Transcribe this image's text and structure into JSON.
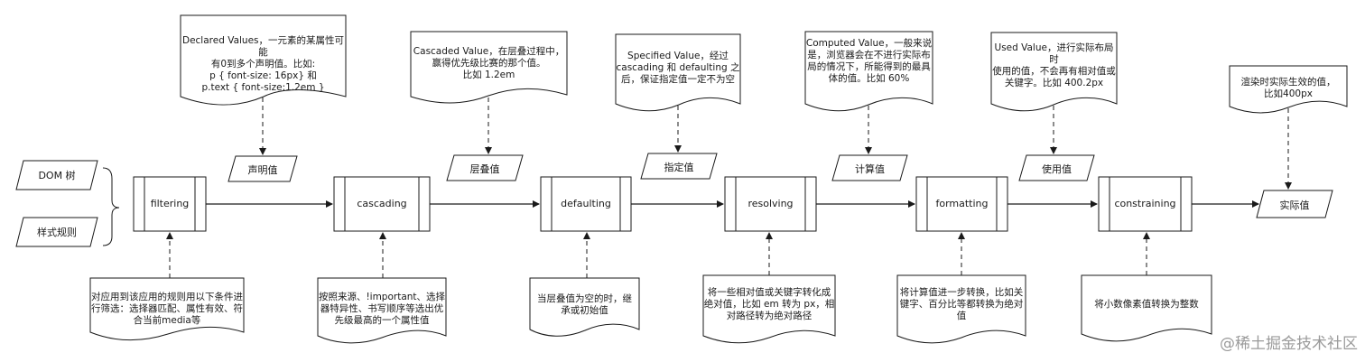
{
  "inputs": [
    "DOM 树",
    "样式规则"
  ],
  "processes": [
    "filtering",
    "cascading",
    "defaulting",
    "resolving",
    "formatting",
    "constraining"
  ],
  "values": [
    "声明值",
    "层叠值",
    "指定值",
    "计算值",
    "使用值",
    "实际值"
  ],
  "top_notes": [
    "Declared Values，一元素的某属性可能\n有0到多个声明值。比如:\np { font-size: 16px} 和\np.text { font-size:1.2em }",
    "Cascaded Value，在层叠过程中，\n赢得优先级比赛的那个值。\n比如 1.2em",
    "Specified Value，经过\ncascading 和 defaulting 之\n后，保证指定值一定不为空",
    "Computed Value，一般来说\n是，浏览器会在不进行实际布\n局的情况下，所能得到的最具\n体的值。比如 60%",
    "Used Value，进行实际布局时\n使用的值，不会再有相对值或\n关键字。比如 400.2px",
    "渲染时实际生效的值，\n比如400px"
  ],
  "bottom_notes": [
    "对应用到该应用的规则用以下条件进\n行筛选：选择器匹配、属性有效、符\n合当前media等",
    "按照来源、!important、选择\n器特异性、书写顺序等选出优\n先级最高的一个属性值",
    "当层叠值为空的时，继\n承或初始值",
    "将一些相对值或关键字转化成\n绝对值，比如 em 转为 px，相\n对路径转为绝对路径",
    "将计算值进一步转换，比如关\n键字、百分比等都转换为绝对\n值",
    "将小数像素值转换为整数"
  ],
  "watermark": "@稀土掘金技术社区"
}
